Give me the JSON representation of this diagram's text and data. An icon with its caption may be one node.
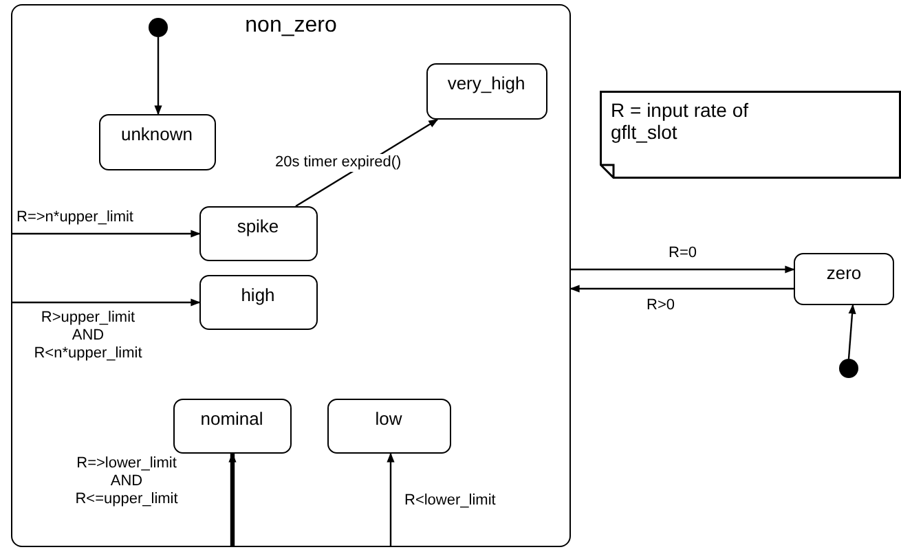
{
  "diagram": {
    "nodes": [
      {
        "text": [
          "non_zero"
        ]
      },
      {
        "text": [],
        "shape": "circle",
        "in": 0
      },
      {
        "text": [
          "unknown"
        ],
        "in": 0
      },
      {
        "text": [
          "very_high"
        ],
        "in": 0
      },
      {
        "text": [
          "spike"
        ],
        "in": 0
      },
      {
        "text": [
          "high"
        ],
        "in": 0
      },
      {
        "text": [
          "nominal"
        ],
        "in": 0
      },
      {
        "text": [
          "low"
        ],
        "in": 0
      },
      {
        "text": [
          "R = input rate of gflt_slot"
        ]
      },
      {
        "text": [
          "zero"
        ]
      },
      {
        "text": [],
        "shape": "circle"
      }
    ],
    "edges": [
      {
        "from": 1,
        "to": 2,
        "arrow": "to"
      },
      {
        "from": 4,
        "to": 3,
        "arrow": "to",
        "label": "20s timer expired()"
      },
      {
        "from": null,
        "to": 4,
        "arrow": "to",
        "label": "R=>n*upper_limit"
      },
      {
        "from": null,
        "to": 5,
        "arrow": "to",
        "label": "R>upper_limit AND R<n*upper_limit"
      },
      {
        "from": null,
        "to": 6,
        "arrow": "to",
        "label": "R=>lower_limit AND R<=upper_limit",
        "style": "thick"
      },
      {
        "from": null,
        "to": 7,
        "arrow": "to",
        "label": "R<lower_limit"
      },
      {
        "from": 0,
        "to": 9,
        "arrow": "to",
        "label": "R=0"
      },
      {
        "from": 9,
        "to": 0,
        "arrow": "to",
        "label": "R>0"
      },
      {
        "from": 10,
        "to": 9,
        "arrow": "to"
      }
    ]
  }
}
